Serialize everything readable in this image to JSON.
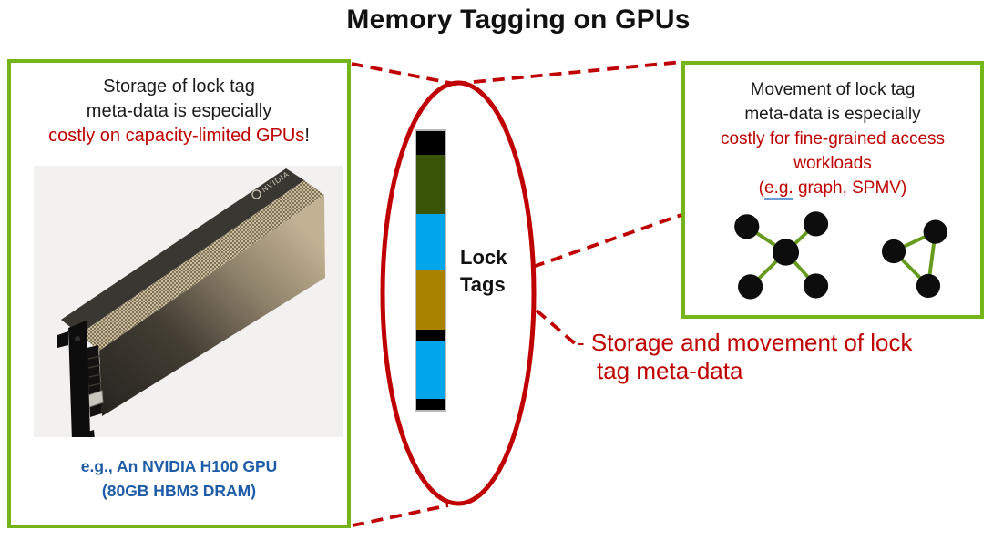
{
  "slide": {
    "title": "Memory Tagging on GPUs"
  },
  "left_panel": {
    "heading_line1": "Storage of lock tag",
    "heading_line2": "meta-data is especially",
    "heading_highlight": "costly on capacity-limited GPUs",
    "heading_suffix": "!",
    "gpu_brand": "NVIDIA",
    "caption_line1": "e.g., An NVIDIA H100 GPU",
    "caption_line2": "(80GB HBM3 DRAM)"
  },
  "magnifier": {
    "label_line1": "Lock",
    "label_line2": "Tags",
    "bar_segments": [
      {
        "name": "tag-black-1",
        "color": "#000000",
        "height": 26
      },
      {
        "name": "tag-green",
        "color": "#3A5407",
        "height": 65
      },
      {
        "name": "tag-cyan-1",
        "color": "#00A5EC",
        "height": 62
      },
      {
        "name": "tag-gold",
        "color": "#A98200",
        "height": 65
      },
      {
        "name": "tag-black-2",
        "color": "#000000",
        "height": 13
      },
      {
        "name": "tag-cyan-2",
        "color": "#00A5EC",
        "height": 63
      },
      {
        "name": "tag-black-3",
        "color": "#000000",
        "height": 12
      }
    ]
  },
  "right_panel": {
    "heading_line1": "Movement of lock tag",
    "heading_line2": "meta-data is especially",
    "heading_highlight_line1": "costly for fine-grained access",
    "heading_highlight_line2": "workloads",
    "example_prefix": "(",
    "example_eg": "e.g.",
    "example_rest": " graph, SPMV)"
  },
  "annotation": {
    "line1": "- Storage and movement of lock",
    "line2": "tag meta-data"
  },
  "colors": {
    "accent_red": "#C00000",
    "panel_border_green": "#74B61A",
    "graph_edge_green": "#669B1E",
    "caption_blue": "#1E5CA8",
    "tag_green": "#3A5407",
    "tag_cyan": "#00A5EC",
    "tag_gold": "#A98200",
    "bar_outline_gray": "#B9B9B9"
  }
}
